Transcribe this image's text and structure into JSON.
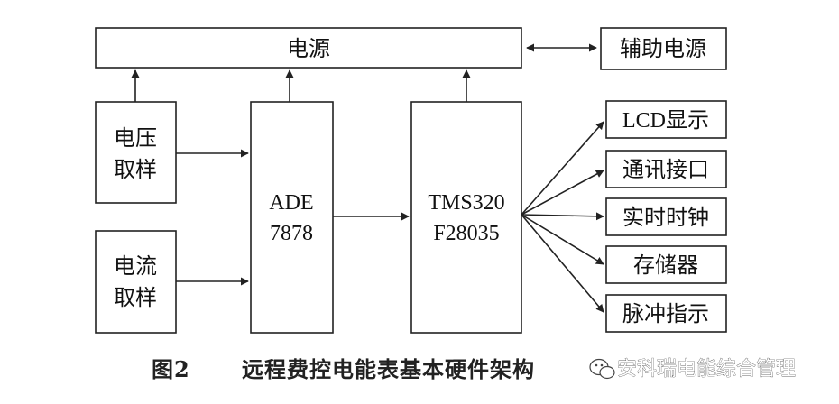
{
  "diagram": {
    "power": "电源",
    "aux_power": "辅助电源",
    "voltage_sampling": [
      "电压",
      "取样"
    ],
    "current_sampling": [
      "电流",
      "取样"
    ],
    "ade": [
      "ADE",
      "7878"
    ],
    "tms": [
      "TMS320",
      "F28035"
    ],
    "outputs": [
      "LCD显示",
      "通讯接口",
      "实时时钟",
      "存储器",
      "脉冲指示"
    ]
  },
  "caption": {
    "figure_no": "图2",
    "title": "远程费控电能表基本硬件架构"
  },
  "watermark": {
    "text": "安科瑞电能综合管理",
    "icon": "wechat-icon"
  },
  "colors": {
    "stroke": "#222222",
    "text": "#111111"
  }
}
